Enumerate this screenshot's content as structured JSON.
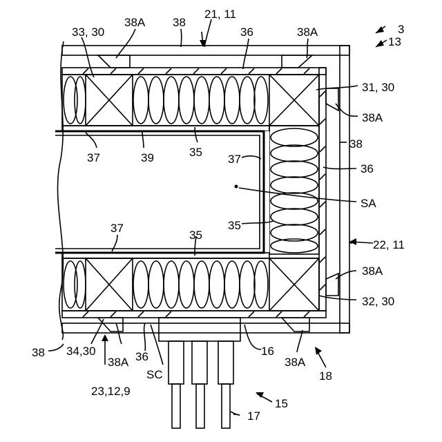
{
  "labels": {
    "fig_3": "3",
    "fig_13": "13",
    "top_wall": "21, 11",
    "top_left_block": "33, 30",
    "top_spacer_left": "38A",
    "top_outer": "38",
    "top_panel": "36",
    "top_spacer_right": "38A",
    "right_top_block": "31, 30",
    "right_spacer_top": "38A",
    "right_outer": "38",
    "right_panel": "36",
    "space_SA": "SA",
    "right_wall": "22, 11",
    "right_spacer_bottom": "38A",
    "right_bottom_block": "32, 30",
    "inner_liner_left": "37",
    "inner_39": "39",
    "inner_35_top": "35",
    "inner_37_right": "37",
    "inner_35_right": "35",
    "inner_37_bottom": "37",
    "inner_35_bottom": "35",
    "bottom_outer": "38",
    "bottom_left_block": "34,30",
    "bottom_spacer_left": "38A",
    "bottom_panel": "36",
    "space_SC": "SC",
    "bottom_wall": "23,12,9",
    "port_16": "16",
    "bottom_spacer_right": "38A",
    "bottom_18": "18",
    "pipes_15": "15",
    "pipe_17": "17"
  }
}
